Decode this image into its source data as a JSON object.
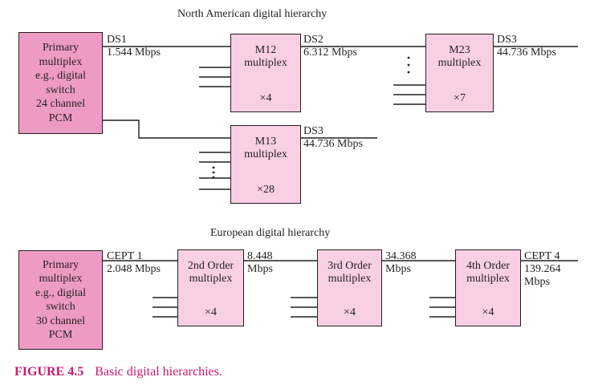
{
  "titles": {
    "north_american": "North American digital hierarchy",
    "european": "European digital hierarchy"
  },
  "north_american": {
    "primary": "Primary\nmultiplex\ne.g., digital\nswitch\n24 channel\nPCM",
    "m12": {
      "name": "M12\nmultiplex",
      "factor": "×4"
    },
    "m23": {
      "name": "M23\nmultiplex",
      "factor": "×7"
    },
    "m13": {
      "name": "M13\nmultiplex",
      "factor": "×28"
    },
    "links": {
      "ds1": "DS1\n1.544 Mbps",
      "ds2": "DS2\n6.312 Mbps",
      "ds3_top": "DS3\n44.736 Mbps",
      "ds3_bottom": "DS3\n44.736 Mbps"
    }
  },
  "european": {
    "primary": "Primary\nmultiplex\ne.g., digital\nswitch\n30 channel\nPCM",
    "order2": {
      "name": "2nd Order\nmultiplex",
      "factor": "×4"
    },
    "order3": {
      "name": "3rd Order\nmultiplex",
      "factor": "×4"
    },
    "order4": {
      "name": "4th Order\nmultiplex",
      "factor": "×4"
    },
    "links": {
      "cept1": "CEPT 1\n2.048 Mbps",
      "l8448": "8.448\nMbps",
      "l34368": "34.368\nMbps",
      "cept4": "CEPT 4\n139.264\nMbps"
    }
  },
  "caption": {
    "number": "FIGURE 4.5",
    "text": "Basic digital hierarchies."
  },
  "colors": {
    "primary_fill": "#ee9bc4",
    "mux_fill": "#f8cfe3",
    "caption": "#c8186f",
    "line": "#231f20"
  }
}
